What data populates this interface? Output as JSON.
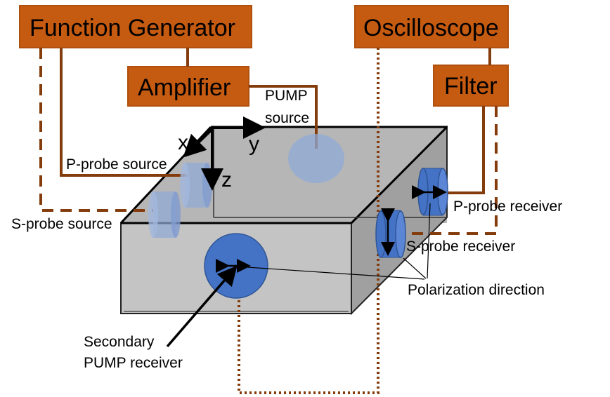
{
  "boxes": {
    "function_generator": "Function Generator",
    "amplifier": "Amplifier",
    "oscilloscope": "Oscilloscope",
    "filter": "Filter"
  },
  "axes": {
    "x": "x",
    "y": "y",
    "z": "z"
  },
  "labels": {
    "pump_source_line1": "PUMP",
    "pump_source_line2": "source",
    "p_probe_source": "P-probe source",
    "s_probe_source": "S-probe source",
    "p_probe_receiver": "P-probe receiver",
    "s_probe_receiver": "S-probe receiver",
    "polarization_direction": "Polarization direction",
    "secondary_pump_receiver_line1": "Secondary",
    "secondary_pump_receiver_line2": "PUMP receiver"
  },
  "colors": {
    "instrument_box": "#c55a11",
    "instrument_border": "#b0500e",
    "wire": "#843c0c",
    "sample_top": "#a6a6a6",
    "sample_front": "#bfbfbf",
    "sample_side": "#999999",
    "transducer": "#4472c4",
    "transducer_faint": "#8fa9d6"
  }
}
